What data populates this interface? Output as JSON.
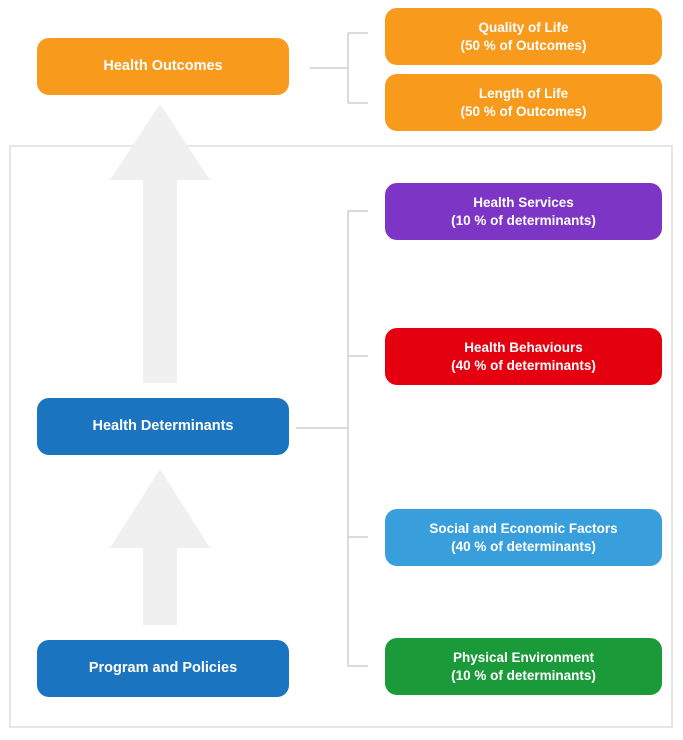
{
  "colors": {
    "outcomes": "#f89a1c",
    "determinants": "#1b74c0",
    "programs": "#1b74c0",
    "services": "#7d35c6",
    "behaviours": "#e4000f",
    "social": "#389fdc",
    "physical": "#1b9a3a",
    "arrow": "#f0f0f0",
    "connector": "#cfcfcf",
    "frame": "#e6e6e6"
  },
  "left": {
    "outcomes": "Health Outcomes",
    "determinants": "Health Determinants",
    "programs": "Program and Policies"
  },
  "outcomes": [
    {
      "label": "Quality of Life",
      "detail": "(50 % of Outcomes)"
    },
    {
      "label": "Length of Life",
      "detail": "(50 % of Outcomes)"
    }
  ],
  "determinants": [
    {
      "label": "Health Services",
      "detail": "(10 % of determinants)"
    },
    {
      "label": "Health Behaviours",
      "detail": "(40 % of determinants)"
    },
    {
      "label": "Social and Economic Factors",
      "detail": "(40 % of determinants)"
    },
    {
      "label": "Physical Environment",
      "detail": "(10 % of determinants)"
    }
  ]
}
